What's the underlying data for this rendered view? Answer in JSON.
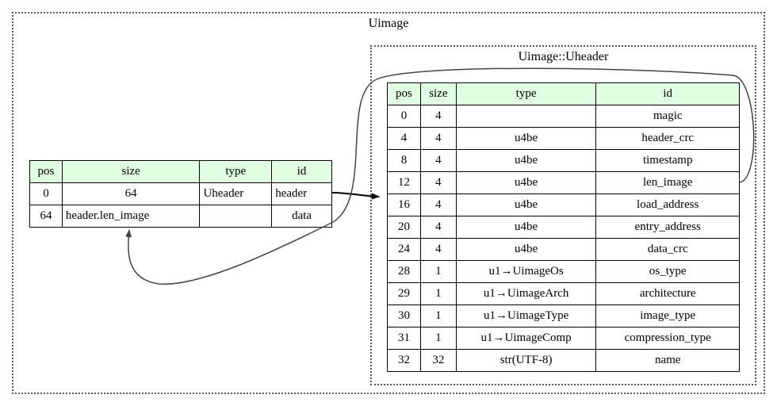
{
  "outer_cluster": {
    "label": "Uimage"
  },
  "inner_cluster": {
    "label": "Uimage::Uheader"
  },
  "uimage_table": {
    "headers": [
      "pos",
      "size",
      "type",
      "id"
    ],
    "rows": [
      {
        "pos": "0",
        "size": "64",
        "type": "Uheader",
        "id": "header"
      },
      {
        "pos": "64",
        "size": "header.len_image",
        "type": "",
        "id": "data"
      }
    ]
  },
  "uheader_table": {
    "headers": [
      "pos",
      "size",
      "type",
      "id"
    ],
    "rows": [
      {
        "pos": "0",
        "size": "4",
        "type": "",
        "id": "magic"
      },
      {
        "pos": "4",
        "size": "4",
        "type": "u4be",
        "id": "header_crc"
      },
      {
        "pos": "8",
        "size": "4",
        "type": "u4be",
        "id": "timestamp"
      },
      {
        "pos": "12",
        "size": "4",
        "type": "u4be",
        "id": "len_image"
      },
      {
        "pos": "16",
        "size": "4",
        "type": "u4be",
        "id": "load_address"
      },
      {
        "pos": "20",
        "size": "4",
        "type": "u4be",
        "id": "entry_address"
      },
      {
        "pos": "24",
        "size": "4",
        "type": "u4be",
        "id": "data_crc"
      },
      {
        "pos": "28",
        "size": "1",
        "type": "u1→UimageOs",
        "id": "os_type"
      },
      {
        "pos": "29",
        "size": "1",
        "type": "u1→UimageArch",
        "id": "architecture"
      },
      {
        "pos": "30",
        "size": "1",
        "type": "u1→UimageType",
        "id": "image_type"
      },
      {
        "pos": "31",
        "size": "1",
        "type": "u1→UimageComp",
        "id": "compression_type"
      },
      {
        "pos": "32",
        "size": "32",
        "type": "str(UTF-8)",
        "id": "name"
      }
    ]
  },
  "colors": {
    "header_bg": "#e0ffe0",
    "border": "#000000",
    "edge": "#000000",
    "back_edge": "#444444"
  }
}
